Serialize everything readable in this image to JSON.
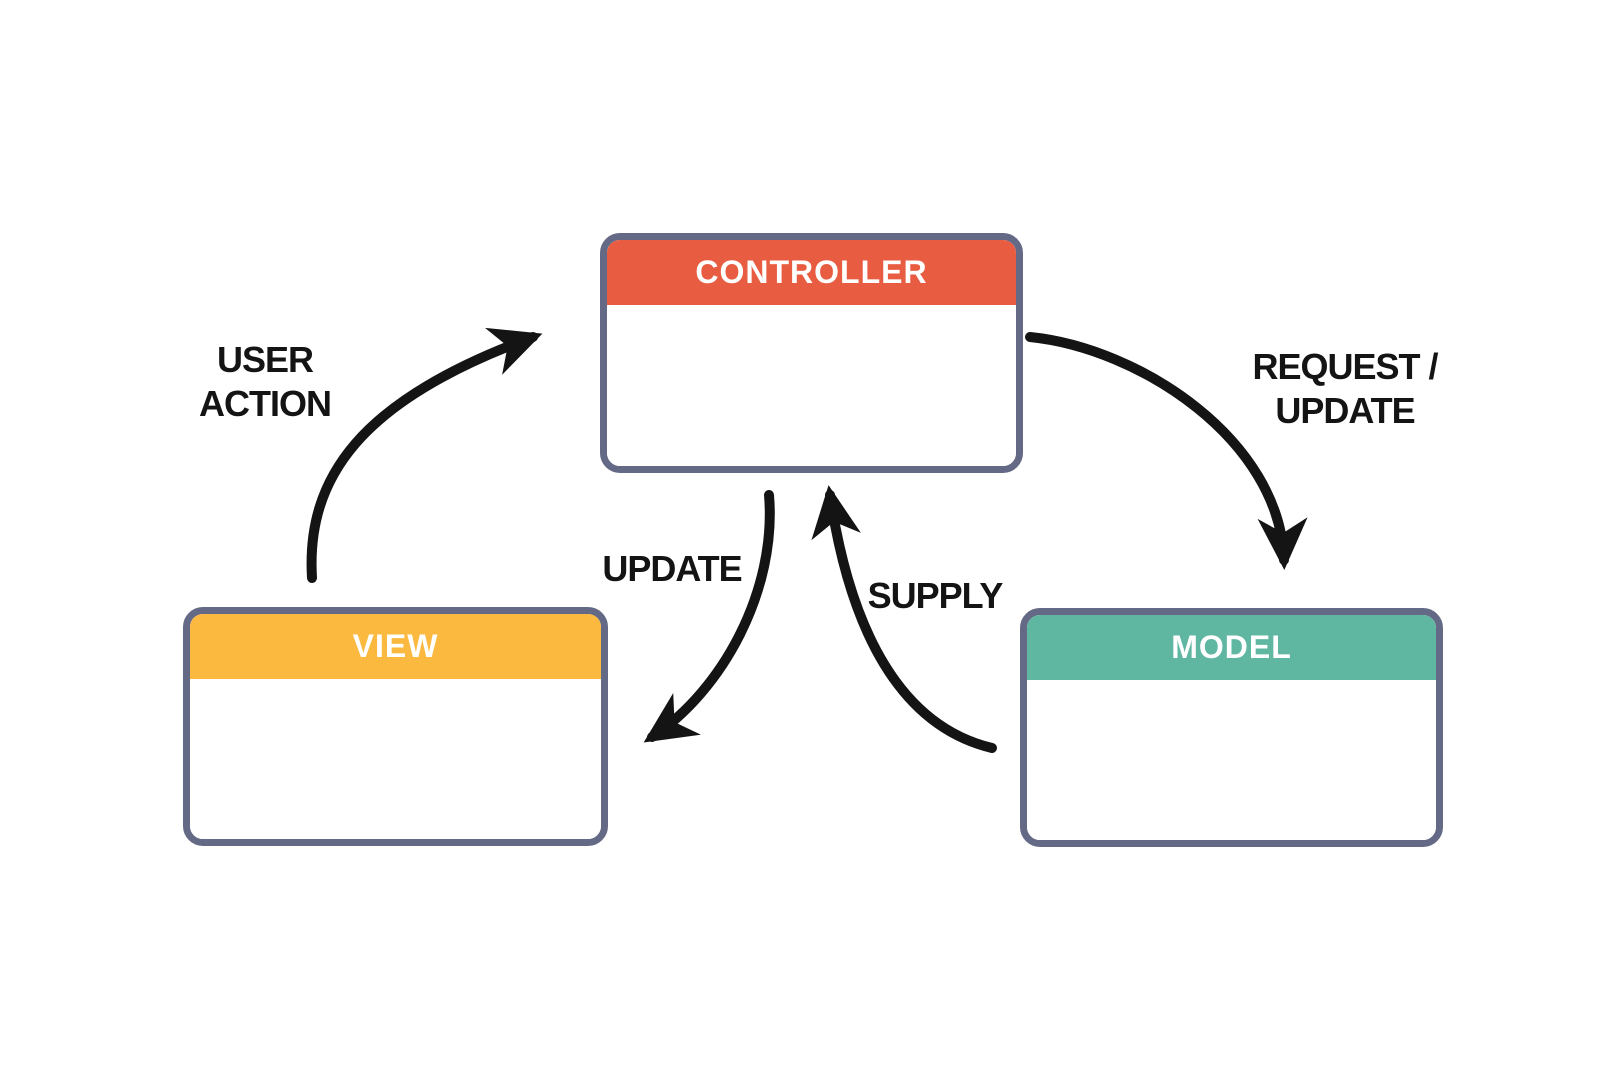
{
  "diagram": {
    "type": "architecture-flow",
    "colors": {
      "background": "#FFFFFF",
      "box_border": "#646A85",
      "box_body": "#FFFFFF",
      "header_text": "#FFFFFF",
      "label_text": "#141414",
      "arrow": "#141414",
      "controller_header": "#E85C41",
      "view_header": "#FBB93F",
      "model_header": "#5FB7A2"
    },
    "nodes": {
      "controller": {
        "label": "CONTROLLER"
      },
      "view": {
        "label": "VIEW"
      },
      "model": {
        "label": "MODEL"
      }
    },
    "edges": {
      "user_action": {
        "label": "USER\nACTION",
        "from": "view",
        "to": "controller"
      },
      "request_update": {
        "label": "REQUEST /\nUPDATE",
        "from": "controller",
        "to": "model"
      },
      "update": {
        "label": "UPDATE",
        "from": "controller",
        "to": "view"
      },
      "supply": {
        "label": "SUPPLY",
        "from": "model",
        "to": "controller"
      }
    }
  }
}
